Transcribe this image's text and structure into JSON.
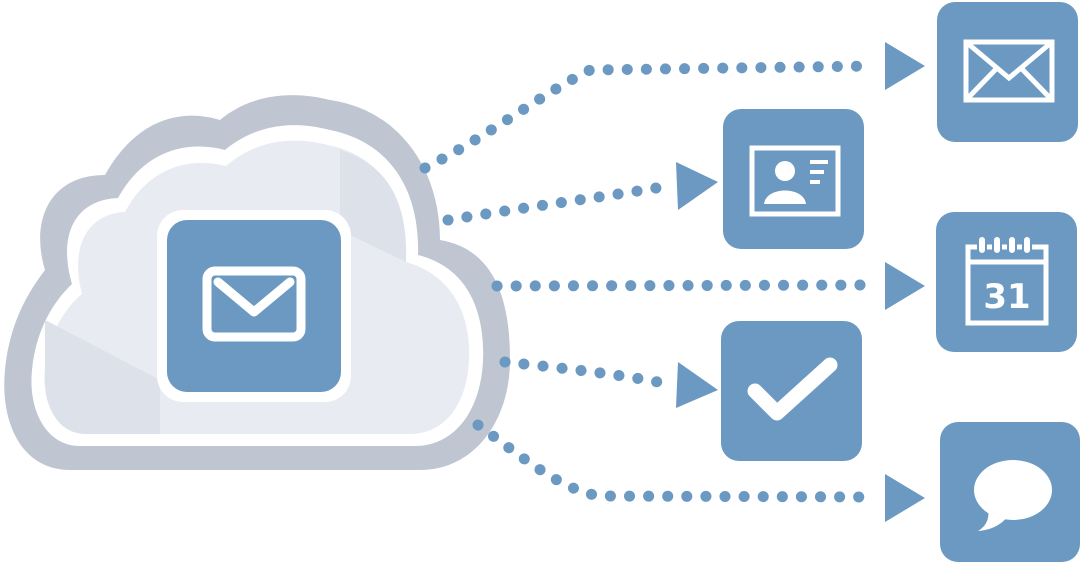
{
  "colors": {
    "tile_blue": "#6b99c2",
    "cloud_outer": "#bfc6d2",
    "cloud_fill": "#e9ebf2",
    "cloud_shadow": "#dde1ea",
    "white": "#ffffff"
  },
  "source": {
    "container": "cloud",
    "icon": "envelope-icon"
  },
  "targets": [
    {
      "name": "mail",
      "icon": "envelope-icon"
    },
    {
      "name": "contacts",
      "icon": "contact-card-icon"
    },
    {
      "name": "calendar",
      "icon": "calendar-icon",
      "day_label": "31"
    },
    {
      "name": "tasks",
      "icon": "checkmark-icon"
    },
    {
      "name": "messages",
      "icon": "speech-bubble-icon"
    }
  ]
}
